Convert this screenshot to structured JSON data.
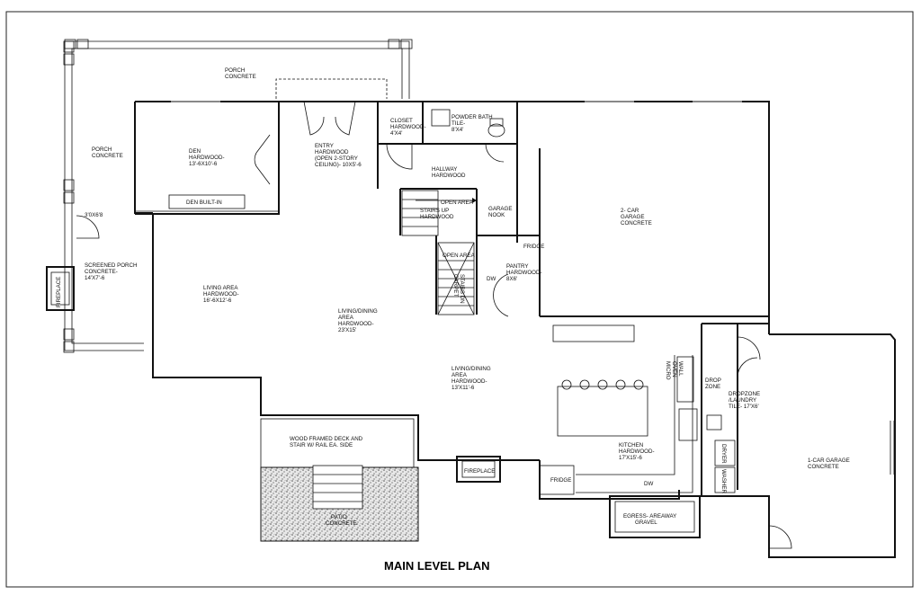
{
  "title": "MAIN LEVEL PLAN",
  "rooms": {
    "porch_top": [
      "PORCH",
      "CONCRETE"
    ],
    "porch_left": [
      "PORCH",
      "CONCRETE"
    ],
    "den": [
      "DEN",
      "HARDWOOD-",
      "13'-6x10'-6"
    ],
    "den_builtin": [
      "DEN BUILT-IN"
    ],
    "entry": [
      "ENTRY",
      "HARDWOOD",
      "(OPEN 2-STORY",
      "CEILING)- 10x5'-6"
    ],
    "closet": [
      "CLOSET",
      "HARDWOOD-",
      "4'x4'"
    ],
    "powder": [
      "POWDER BATH",
      "TILE-",
      "8'x4'"
    ],
    "hallway": [
      "HALLWAY",
      "HARDWOOD"
    ],
    "door_size": [
      "3'0x6'8"
    ],
    "open_area_1": [
      "OPEN AREA"
    ],
    "stairs_up": [
      "STAIRS UP",
      "HARDWOOD"
    ],
    "garage_nook": [
      "GARAGE",
      "NOOK"
    ],
    "garage2": [
      "2- CAR",
      "GARAGE",
      "CONCRETE"
    ],
    "open_area_2": [
      "OPEN AREA"
    ],
    "fridge_pantry": [
      "FRIDGE"
    ],
    "pantry": [
      "PANTRY",
      "HARDWOOD-",
      "8x6'"
    ],
    "dw_pantry": [
      "DW"
    ],
    "stairs_dn": [
      "STAIRS DN",
      "CARPET"
    ],
    "screened_porch": [
      "SCREENED PORCH",
      "CONCRETE-",
      "14'x7'-6"
    ],
    "fireplace_left": [
      "FIREPLACE"
    ],
    "living_area": [
      "LIVING AREA",
      "HARDWOOD-",
      "16'-6x12'-6"
    ],
    "living_dining_1": [
      "LIVING/DINING",
      "AREA",
      "HARDWOOD-",
      "23'x15'"
    ],
    "living_dining_2": [
      "LIVING/DINING",
      "AREA",
      "HARDWOOD-",
      "13'x11'-6"
    ],
    "wall_oven": [
      "WALL",
      "OVEN",
      "MICRO"
    ],
    "drop_zone": [
      "DROP",
      "ZONE"
    ],
    "dropzone_laundry": [
      "DROPZONE",
      "/LAUNDRY",
      "TILE- 17'x6'"
    ],
    "kitchen": [
      "KITCHEN",
      "HARDWOOD-",
      "17'x15'-6"
    ],
    "dryer": [
      "DRYER"
    ],
    "washer": [
      "WASHER"
    ],
    "fridge_kitchen": [
      "FRIDGE"
    ],
    "dw_kitchen": [
      "DW"
    ],
    "egress": [
      "EGRESS- AREAWAY",
      "GRAVEL"
    ],
    "fireplace_rear": [
      "FIREPLACE"
    ],
    "deck": [
      "WOOD FRAMED DECK AND",
      "STAIR W/ RAIL EA. SIDE"
    ],
    "patio": [
      "PATIO",
      "CONCRETE"
    ],
    "garage1": [
      "1-CAR GARAGE",
      "CONCRETE"
    ]
  }
}
